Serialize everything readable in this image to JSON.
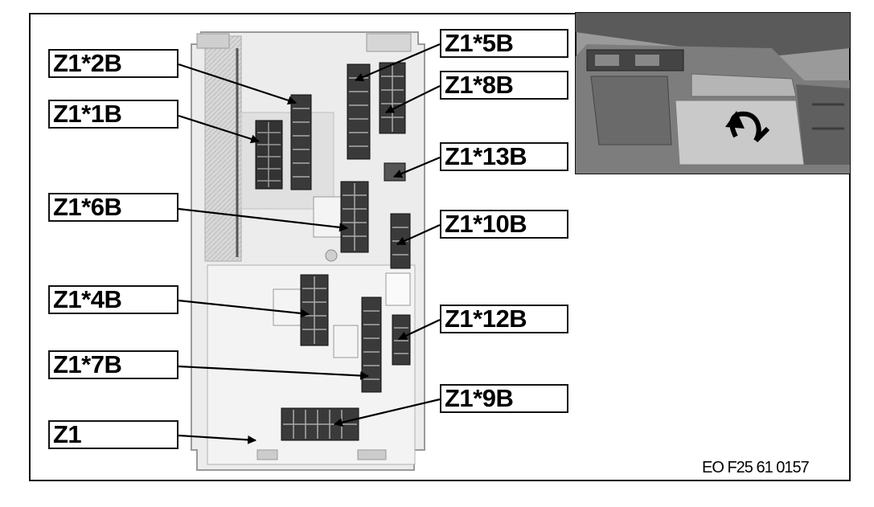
{
  "diagram": {
    "labels": {
      "z1_2b": "Z1*2B",
      "z1_1b": "Z1*1B",
      "z1_6b": "Z1*6B",
      "z1_4b": "Z1*4B",
      "z1_7b": "Z1*7B",
      "z1": "Z1",
      "z1_5b": "Z1*5B",
      "z1_8b": "Z1*8B",
      "z1_13b": "Z1*13B",
      "z1_10b": "Z1*10B",
      "z1_12b": "Z1*12B",
      "z1_9b": "Z1*9B"
    },
    "caption": "EO F25 61 0157"
  }
}
